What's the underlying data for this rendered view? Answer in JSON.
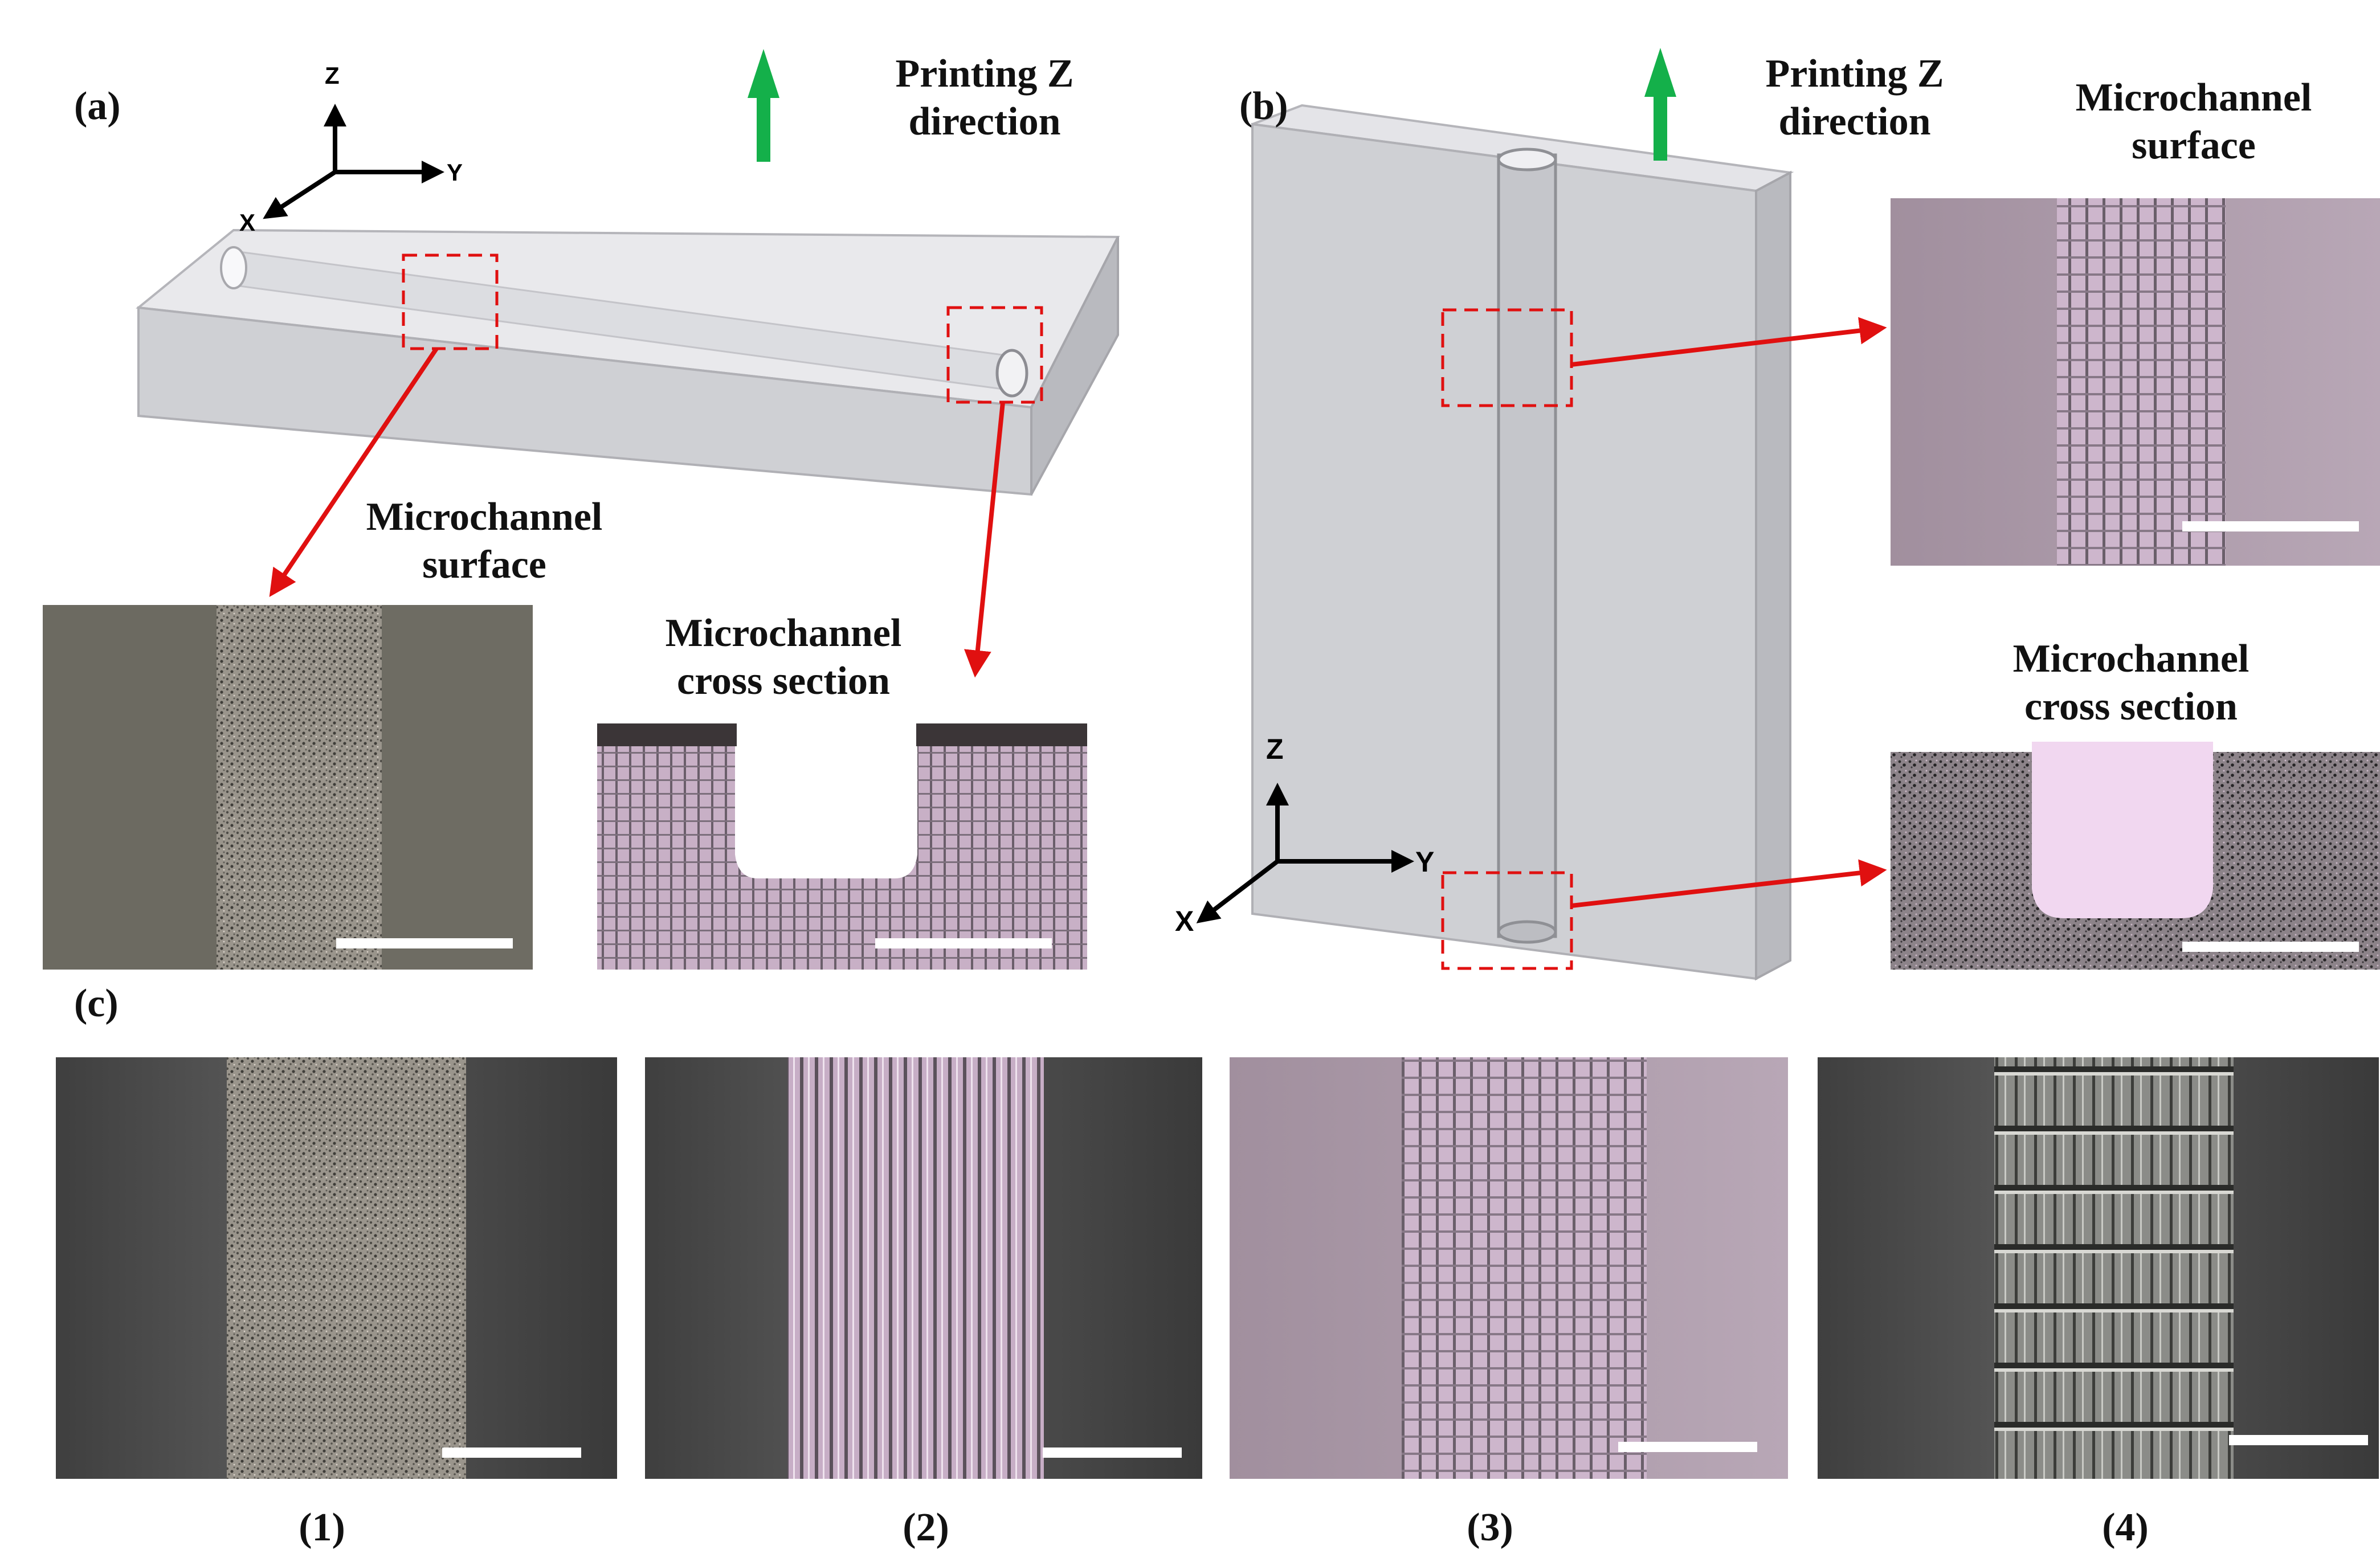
{
  "panels": {
    "a": {
      "label": "(a)",
      "print_direction": [
        "Printing Z",
        "direction"
      ],
      "axes": {
        "z": "Z",
        "y": "Y",
        "x": "X"
      },
      "surface_caption": [
        "Microchannel",
        "surface"
      ],
      "cross_caption": [
        "Microchannel",
        "cross section"
      ]
    },
    "b": {
      "label": "(b)",
      "print_direction": [
        "Printing Z",
        "direction"
      ],
      "axes": {
        "z": "Z",
        "y": "Y",
        "x": "X"
      },
      "surface_caption": [
        "Microchannel",
        "surface"
      ],
      "cross_caption": [
        "Microchannel",
        "cross section"
      ]
    },
    "c": {
      "label": "(c)",
      "sublabels": [
        "(1)",
        "(2)",
        "(3)",
        "(4)"
      ]
    }
  },
  "colors": {
    "arrow_red": "#e01010",
    "arrow_green": "#14b04a",
    "dashed_box": "#e01010",
    "scale_bar": "#ffffff"
  }
}
